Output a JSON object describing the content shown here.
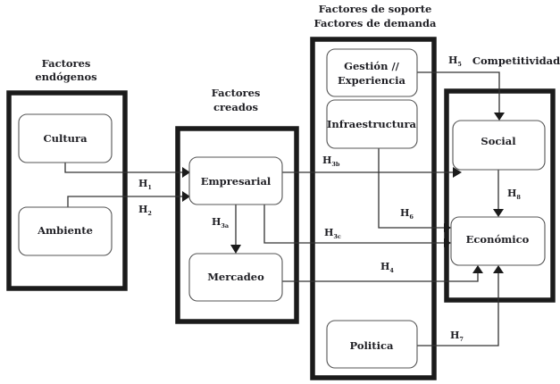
{
  "groups": {
    "endogenos": {
      "title_lines": [
        "Factores",
        "endógenos"
      ]
    },
    "creados": {
      "title_lines": [
        "Factores",
        "creados"
      ]
    },
    "soporte": {
      "title_lines": [
        "Factores de soporte",
        "Factores de demanda"
      ]
    },
    "competitividad": {
      "title_lines": [
        "Competitividad"
      ]
    }
  },
  "nodes": {
    "cultura": {
      "label_lines": [
        "Cultura"
      ]
    },
    "ambiente": {
      "label_lines": [
        "Ambiente"
      ]
    },
    "empresarial": {
      "label_lines": [
        "Empresarial"
      ]
    },
    "mercadeo": {
      "label_lines": [
        "Mercadeo"
      ]
    },
    "gestion": {
      "label_lines": [
        "Gestión //",
        "Experiencia"
      ]
    },
    "infraestructura": {
      "label_lines": [
        "Infraestructura"
      ]
    },
    "politica": {
      "label_lines": [
        "Politica"
      ]
    },
    "social": {
      "label_lines": [
        "Social"
      ]
    },
    "economico": {
      "label_lines": [
        "Económico"
      ]
    }
  },
  "hypotheses": [
    {
      "id": "H1",
      "letter": "H",
      "sub": "1",
      "from": "Cultura",
      "to": "Empresarial"
    },
    {
      "id": "H2",
      "letter": "H",
      "sub": "2",
      "from": "Ambiente",
      "to": "Empresarial"
    },
    {
      "id": "H3a",
      "letter": "H",
      "sub": "3a",
      "from": "Empresarial",
      "to": "Mercadeo"
    },
    {
      "id": "H3b",
      "letter": "H",
      "sub": "3b",
      "from": "Empresarial",
      "to": "Social"
    },
    {
      "id": "H3c",
      "letter": "H",
      "sub": "3c",
      "from": "Empresarial",
      "to": "Económico"
    },
    {
      "id": "H4",
      "letter": "H",
      "sub": "4",
      "from": "Mercadeo",
      "to": "Económico"
    },
    {
      "id": "H5",
      "letter": "H",
      "sub": "5",
      "from": "Gestión // Experiencia",
      "to": "Social"
    },
    {
      "id": "H6",
      "letter": "H",
      "sub": "6",
      "from": "Infraestructura",
      "to": "Económico"
    },
    {
      "id": "H7",
      "letter": "H",
      "sub": "7",
      "from": "Politica",
      "to": "Económico"
    },
    {
      "id": "H8",
      "letter": "H",
      "sub": "8",
      "from": "Social",
      "to": "Económico"
    }
  ]
}
